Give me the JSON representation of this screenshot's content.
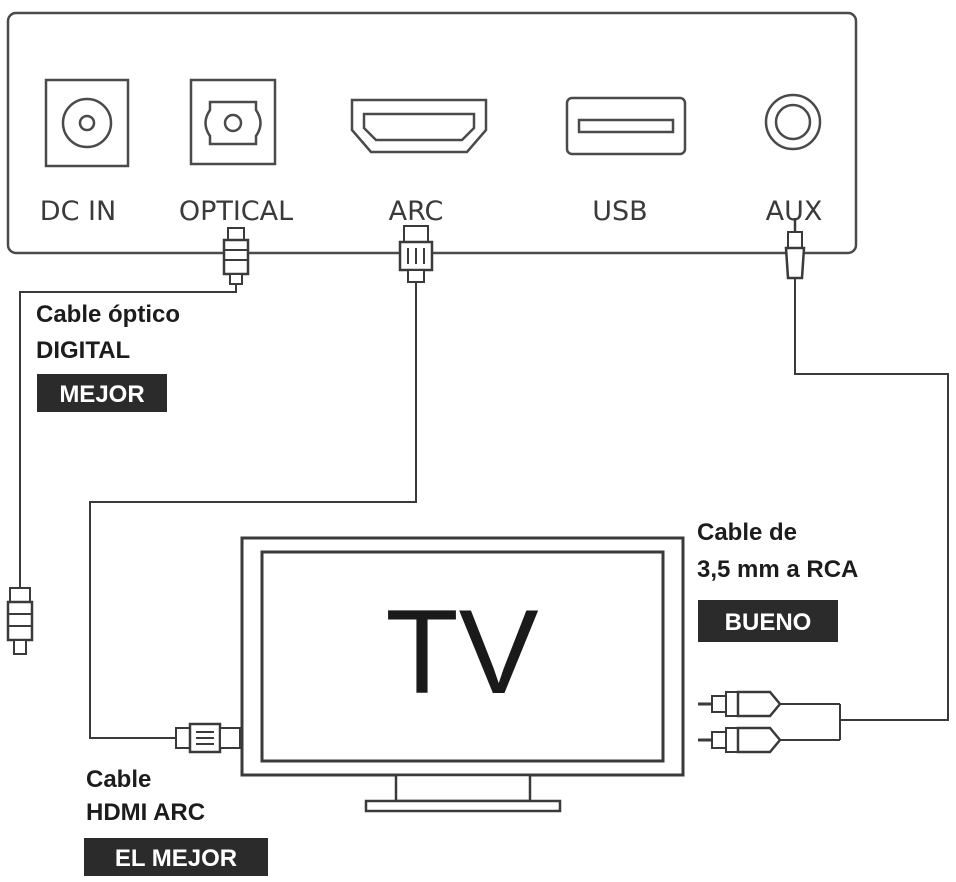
{
  "panel": {
    "ports": [
      {
        "label": "DC IN",
        "icon": "dc-in-port-icon"
      },
      {
        "label": "OPTICAL",
        "icon": "optical-port-icon"
      },
      {
        "label": "ARC",
        "icon": "hdmi-port-icon"
      },
      {
        "label": "USB",
        "icon": "usb-port-icon"
      },
      {
        "label": "AUX",
        "icon": "aux-port-icon"
      }
    ]
  },
  "tv": {
    "label": "TV"
  },
  "cables": {
    "optical": {
      "line1": "Cable óptico",
      "line2": "DIGITAL",
      "badge": "MEJOR"
    },
    "hdmi": {
      "line1": "Cable",
      "line2": "HDMI ARC",
      "badge": "EL MEJOR"
    },
    "rca": {
      "line1": "Cable de",
      "line2": "3,5 mm a RCA",
      "badge": "BUENO"
    }
  },
  "colors": {
    "line": "#4a4a4a",
    "badge_bg": "#2b2b2b",
    "badge_text": "#ffffff"
  }
}
